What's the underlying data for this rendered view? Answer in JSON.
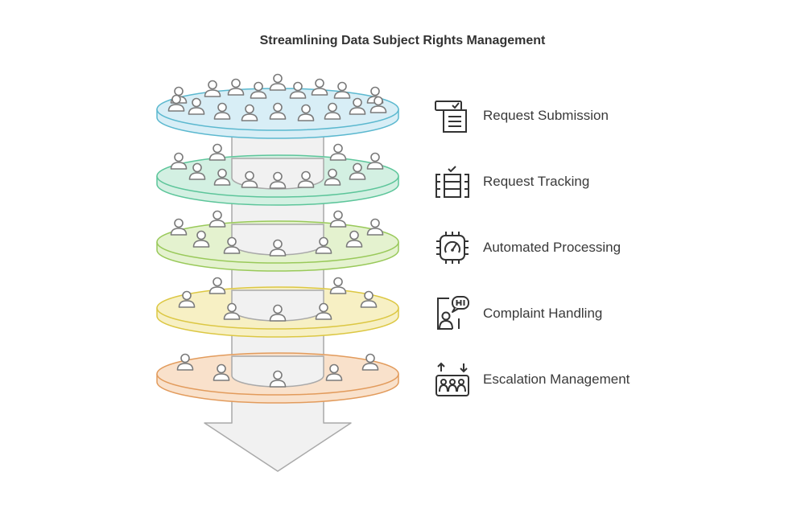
{
  "title": "Streamlining Data Subject Rights Management",
  "layers": [
    {
      "label": "Request Submission",
      "icon": "document-checklist-icon",
      "stroke": "#5bb8cf",
      "fill": "#d8eef6"
    },
    {
      "label": "Request Tracking",
      "icon": "tracking-table-icon",
      "stroke": "#5cc59a",
      "fill": "#d3f0e2"
    },
    {
      "label": "Automated Processing",
      "icon": "processor-gauge-icon",
      "stroke": "#99c95a",
      "fill": "#e4f2cf"
    },
    {
      "label": "Complaint Handling",
      "icon": "speech-bubble-person-icon",
      "stroke": "#dcc743",
      "fill": "#f7f0c4"
    },
    {
      "label": "Escalation Management",
      "icon": "escalation-people-icon",
      "stroke": "#e29b5c",
      "fill": "#f9e1cb"
    }
  ]
}
